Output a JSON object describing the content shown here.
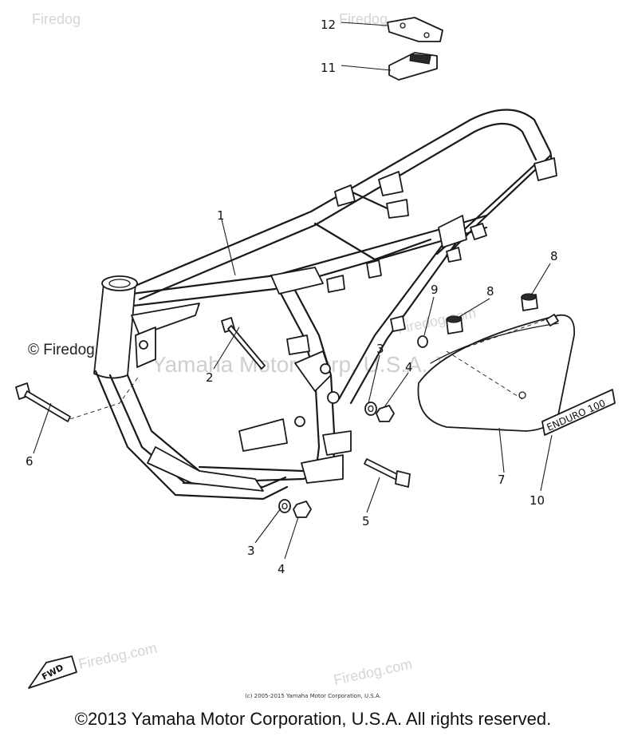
{
  "watermarks": {
    "brand": "Firedog.com",
    "brand_short": "Firedog",
    "brand_com": "© Firedog.com",
    "center": "Yamaha Motor Corp, U.S.A. ™ S.R."
  },
  "callouts": [
    {
      "id": "1",
      "label": "1"
    },
    {
      "id": "2",
      "label": "2"
    },
    {
      "id": "3a",
      "label": "3"
    },
    {
      "id": "3b",
      "label": "3"
    },
    {
      "id": "4a",
      "label": "4"
    },
    {
      "id": "4b",
      "label": "4"
    },
    {
      "id": "5",
      "label": "5"
    },
    {
      "id": "6",
      "label": "6"
    },
    {
      "id": "7",
      "label": "7"
    },
    {
      "id": "8a",
      "label": "8"
    },
    {
      "id": "8b",
      "label": "8"
    },
    {
      "id": "9",
      "label": "9"
    },
    {
      "id": "10",
      "label": "10"
    },
    {
      "id": "11",
      "label": "11"
    },
    {
      "id": "12",
      "label": "12"
    }
  ],
  "decal_text": "ENDURO 100",
  "fwd_label": "FWD",
  "small_copyright": "(c) 2005-2015 Yamaha Motor Corporation, U.S.A.",
  "footer": "©2013 Yamaha Motor Corporation, U.S.A. All rights reserved."
}
